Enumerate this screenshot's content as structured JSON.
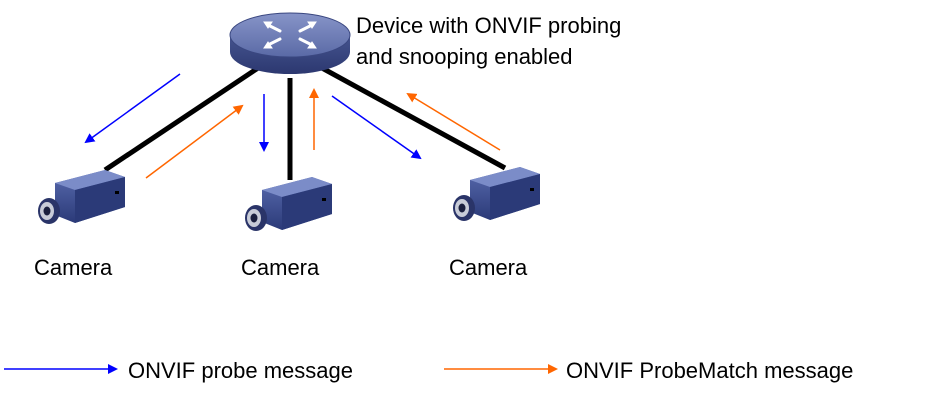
{
  "device": {
    "label_line1": "Device with ONVIF probing",
    "label_line2": "and snooping enabled",
    "icon": "router-icon"
  },
  "cameras": [
    {
      "label": "Camera",
      "icon": "camera-icon"
    },
    {
      "label": "Camera",
      "icon": "camera-icon"
    },
    {
      "label": "Camera",
      "icon": "camera-icon"
    }
  ],
  "legend": {
    "probe": {
      "label": "ONVIF probe message",
      "color": "#0000ff"
    },
    "probe_match": {
      "label": "ONVIF ProbeMatch message",
      "color": "#ff6600"
    }
  },
  "colors": {
    "link": "#000000",
    "device_fill": "#5a6aa6",
    "camera_body": "#3d4f8c"
  }
}
